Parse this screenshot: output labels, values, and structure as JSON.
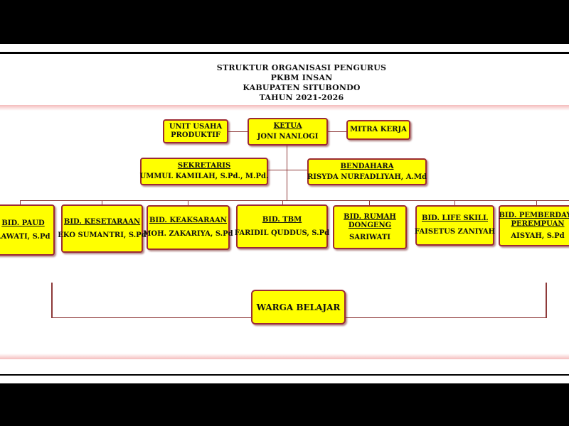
{
  "colors": {
    "box_fill": "#ffff00",
    "box_border": "#9b2a35",
    "connector": "#8e3a3a",
    "band_glow": "#f4c7c7",
    "background": "#000000"
  },
  "header": {
    "line1": "STRUKTUR ORGANISASI PENGURUS",
    "line2": "PKBM INSAN",
    "line3": "KABUPATEN SITUBONDO",
    "line4": "TAHUN 2021-2026"
  },
  "ketua": {
    "role": "KETUA",
    "name": "JONI NANLOGI"
  },
  "unit_usaha": {
    "line1": "UNIT USAHA",
    "line2": "PRODUKTIF"
  },
  "mitra": {
    "label": "MITRA KERJA"
  },
  "sekretaris": {
    "role": "SEKRETARIS",
    "name": "UMMUL KAMILAH, S.Pd., M.Pd."
  },
  "bendahara": {
    "role": "BENDAHARA",
    "name": "RISYDA NURFADLIYAH, A.Md"
  },
  "bidang": [
    {
      "role": "BID. PAUD",
      "name": "LAWATI, S.Pd"
    },
    {
      "role": "BID. KESETARAAN",
      "name": "EKO SUMANTRI, S.Pd"
    },
    {
      "role": "BID. KEAKSARAAN",
      "name": "MOH. ZAKARIYA, S.Pd"
    },
    {
      "role": "BID. TBM",
      "name": "FARIDIL QUDDUS, S.Pd"
    },
    {
      "role_line1": "BID. RUMAH",
      "role_line2": "DONGENG",
      "name": "SARIWATI"
    },
    {
      "role": "BID. LIFE SKILL",
      "name": "FAISETUS ZANIYAH"
    },
    {
      "role_line1": "BID. PEMBERDAYA",
      "role_line2": "PEREMPUAN",
      "name": "AISYAH, S.Pd"
    }
  ],
  "warga": {
    "label": "WARGA BELAJAR"
  }
}
